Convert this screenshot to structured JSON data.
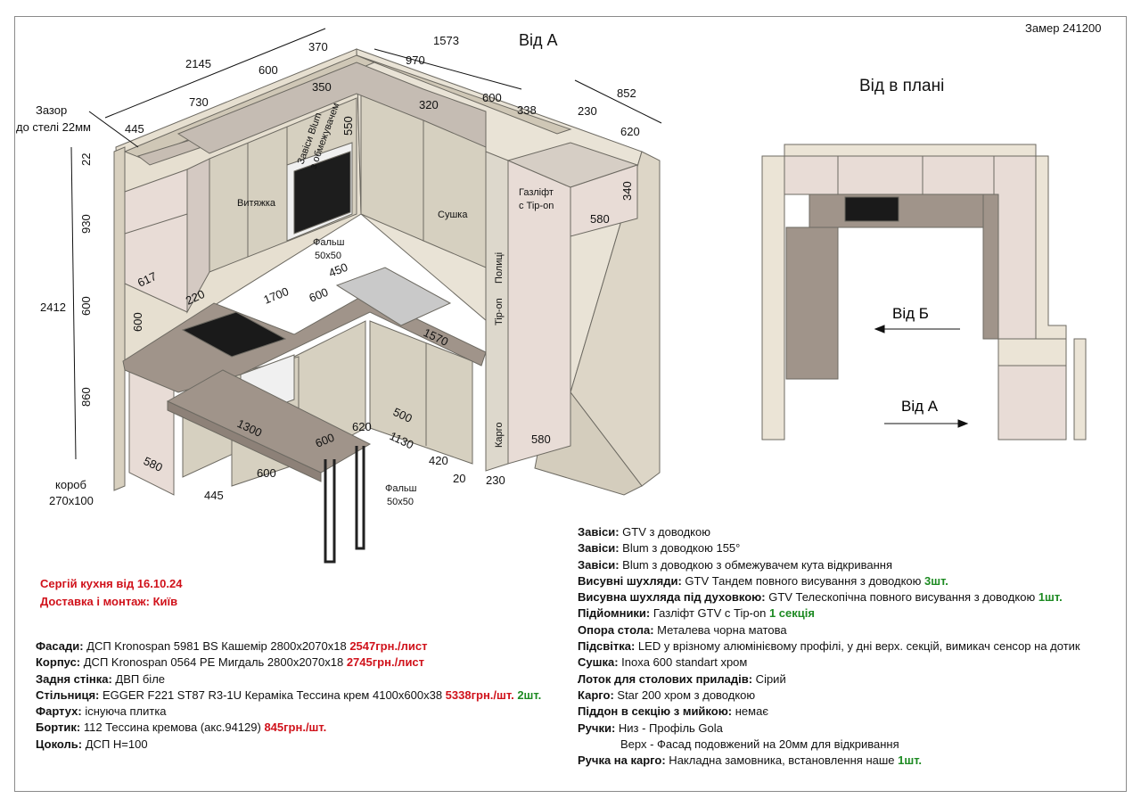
{
  "header": {
    "zamer": "Замер 241200",
    "view_a_title": "Від А",
    "plan_title": "Від в плані"
  },
  "iso": {
    "dims": {
      "d2145": "2145",
      "d370": "370",
      "d1573": "1573",
      "d970": "970",
      "d852": "852",
      "d600a": "600",
      "d730": "730",
      "d350": "350",
      "d550": "550",
      "d320": "320",
      "d600b": "600",
      "d338": "338",
      "d230a": "230",
      "d620a": "620",
      "d445a": "445",
      "d22": "22",
      "d930": "930",
      "d2412": "2412",
      "d600c": "600",
      "d860": "860",
      "d617": "617",
      "d220": "220",
      "d600d": "600",
      "d1700": "1700",
      "d450": "450",
      "d600e": "600",
      "d1570": "1570",
      "d340": "340",
      "d580a": "580",
      "d580b": "580",
      "d1300": "1300",
      "d600f": "600",
      "d620b": "620",
      "d500": "500",
      "d1130": "1130",
      "d420": "420",
      "d20": "20",
      "d230b": "230",
      "d580c": "580",
      "d600g": "600",
      "d445b": "445"
    },
    "labels": {
      "gap_line1": "Зазор",
      "gap_line2": "до стелі 22мм",
      "hood": "Витяжка",
      "hinges1": "Завіси Blum",
      "hinges2": "з обмежувачем",
      "falsh1_line1": "Фальш",
      "falsh1_line2": "50х50",
      "dryer": "Сушка",
      "gaslift1": "Газліфт",
      "gaslift2": "с Tip-on",
      "shelves": "Полиці",
      "tipon": "Tip-on",
      "cargo": "Карго",
      "box1": "короб",
      "box2": "270х100",
      "falsh2_line1": "Фальш",
      "falsh2_line2": "50х50"
    }
  },
  "plan": {
    "view_b": "Від Б",
    "view_a": "Від А"
  },
  "order": {
    "line1": "Сергій кухня від 16.10.24",
    "line2": "Доставка і монтаж: Київ"
  },
  "materials_left": [
    {
      "k": "Фасади:",
      "v": " ДСП Kronospan 5981 BS Кашемір 2800х2070х18 ",
      "r": "2547грн./лист",
      "g": ""
    },
    {
      "k": "Корпус:",
      "v": " ДСП Kronospan 0564 PE Мигдаль 2800х2070х18 ",
      "r": "2745грн./лист",
      "g": ""
    },
    {
      "k": "Задня стінка:",
      "v": " ДВП біле",
      "r": "",
      "g": ""
    },
    {
      "k": "Стільниця:",
      "v": " EGGER F221 ST87 R3-1U Кераміка Тессина крем 4100х600х38 ",
      "r": "5338грн./шт.",
      "g": " 2шт."
    },
    {
      "k": "Фартух:",
      "v": " існуюча плитка",
      "r": "",
      "g": ""
    },
    {
      "k": "Бортик:",
      "v": " 112 Тессина кремова (акс.94129) ",
      "r": "845грн./шт.",
      "g": ""
    },
    {
      "k": "Цоколь:",
      "v": " ДСП Н=100",
      "r": "",
      "g": ""
    }
  ],
  "materials_right": [
    {
      "k": "Завіси:",
      "v": " GTV з доводкою",
      "g": ""
    },
    {
      "k": "Завіси:",
      "v": " Blum з доводкою 155°",
      "g": ""
    },
    {
      "k": "Завіси:",
      "v": " Blum з доводкою з обмежувачем кута відкривання",
      "g": ""
    },
    {
      "k": "Висувні шухляди:",
      "v": " GTV Тандем повного висування з доводкою ",
      "g": "3шт."
    },
    {
      "k": "Висувна шухляда під духовкою:",
      "v": " GTV Телескопічна повного висування з доводкою ",
      "g": "1шт."
    },
    {
      "k": "Підйомники:",
      "v": " Газліфт GTV с Tip-on ",
      "g": "1 секція"
    },
    {
      "k": "Опора стола:",
      "v": " Металева чорна матова",
      "g": ""
    },
    {
      "k": "Підсвітка:",
      "v": " LED у врізному алюмінієвому профілі, у дні верх. секцій, вимикач сенсор на дотик",
      "g": ""
    },
    {
      "k": "Сушка:",
      "v": " Inoxa 600 standart хром",
      "g": ""
    },
    {
      "k": "Лоток для столових приладів:",
      "v": " Сірий",
      "g": ""
    },
    {
      "k": "Карго:",
      "v": " Star 200 хром з доводкою",
      "g": ""
    },
    {
      "k": "Піддон в секцію з мийкою:",
      "v": " немає",
      "g": ""
    },
    {
      "k": "Ручки:",
      "v": " Низ - Профіль Gola",
      "g": ""
    },
    {
      "k": "",
      "v": "Верх - Фасад подовжений на 20мм для відкривання",
      "g": ""
    },
    {
      "k": "Ручка на карго:",
      "v": " Накладна замовника, встановлення наше ",
      "g": "1шт."
    }
  ],
  "colors": {
    "facade": "#e8dcd6",
    "body": "#d8d2c4",
    "counter": "#a0948a",
    "frame": "#8a8a8a",
    "accent_red": "#d0121b",
    "accent_green": "#1d8a22"
  }
}
